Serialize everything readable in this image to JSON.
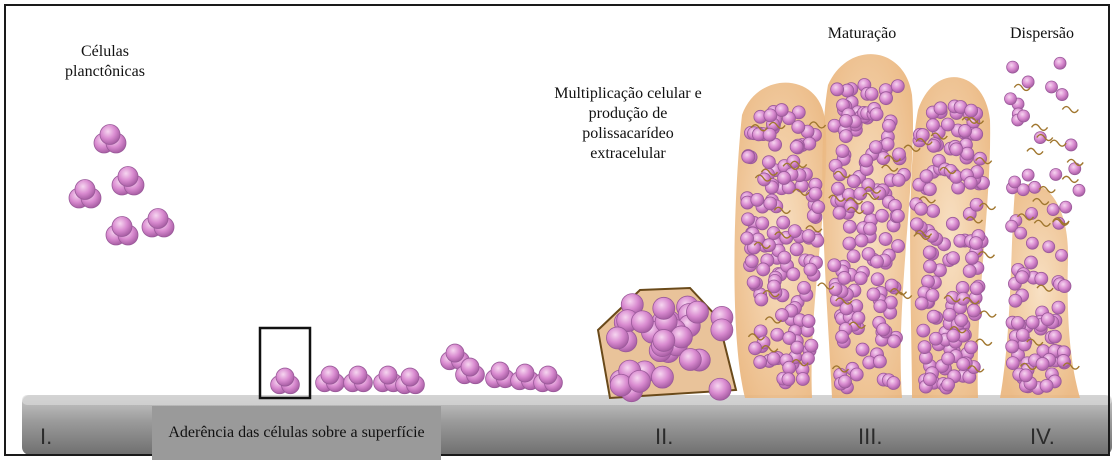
{
  "labels": {
    "planktonic": "Células planctônicas",
    "multiplication": "Multiplicação celular e produção de polissacarídeo extracelular",
    "maturation": "Maturação",
    "dispersion": "Dispersão",
    "adhesion": "Aderência das células sobre a superfície"
  },
  "stages": [
    "I.",
    "II.",
    "III.",
    "IV."
  ],
  "colors": {
    "cell": "#d98bd0",
    "cell_outline": "#9a5a9a",
    "matrix": "#f0c89a",
    "surface": "#8c8c8c",
    "eps_line": "#a0762e"
  }
}
